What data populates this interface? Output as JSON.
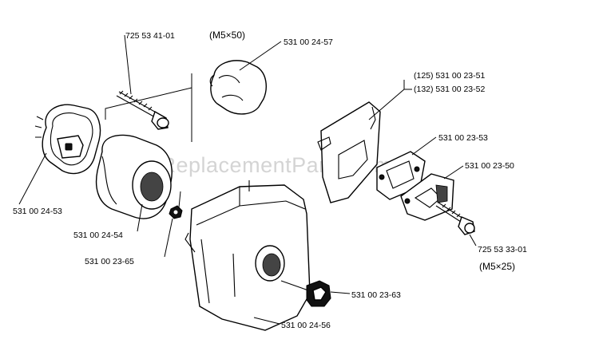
{
  "watermark": "eReplacementParts.com",
  "labels": {
    "p_725_53_41_01": "725 53 41-01",
    "p_m5x50": "(M5×50)",
    "p_531_00_24_57": "531 00 24-57",
    "p_531_00_23_51": "(125) 531 00 23-51",
    "p_531_00_23_52": "(132) 531 00 23-52",
    "p_531_00_23_53": "531 00 23-53",
    "p_531_00_23_50": "531 00 23-50",
    "p_531_00_24_53": "531 00 24-53",
    "p_531_00_24_54": "531 00 24-54",
    "p_531_00_23_65": "531 00 23-65",
    "p_725_53_33_01": "725 53 33-01",
    "p_m5x25": "(M5×25)",
    "p_531_00_23_63": "531 00 23-63",
    "p_531_00_24_56": "531 00 24-56"
  }
}
